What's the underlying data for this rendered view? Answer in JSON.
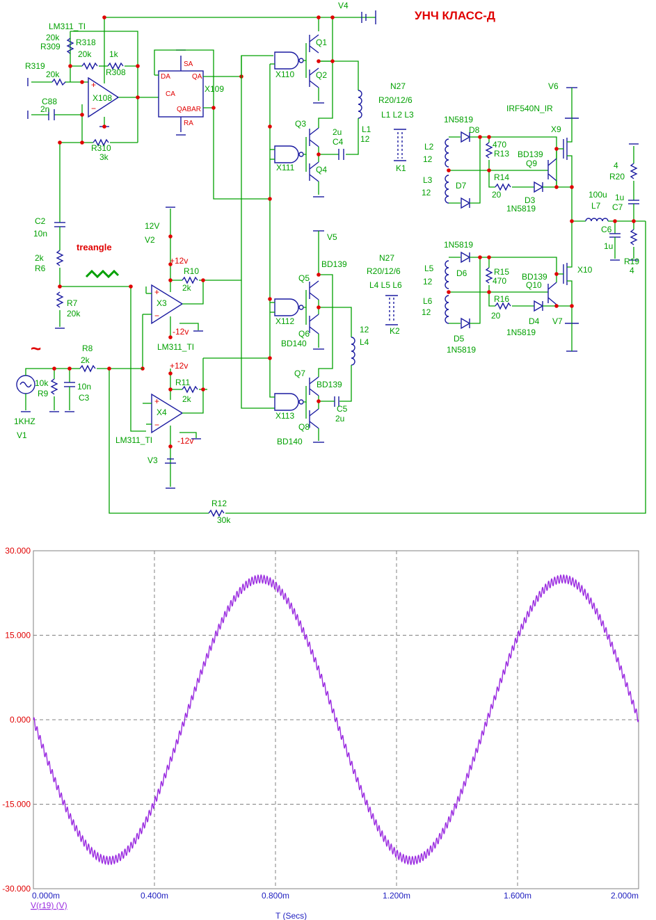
{
  "title": "УНЧ КЛАСС-Д",
  "triangle_label": "treangle",
  "tilde": "~",
  "labels": {
    "v4": "V4",
    "v6": "V6",
    "v5": "V5",
    "v7": "V7",
    "v2": "V2",
    "v3": "V3",
    "v1": "V1",
    "v2val": "12V",
    "v1freq": "1KHZ",
    "lm311a": "LM311_TI",
    "lm311b": "LM311_TI",
    "lm311c": "LM311_TI",
    "r309": "R309",
    "r309v": "20k",
    "r318": "R318",
    "r318v": "20k",
    "r308": "R308",
    "r308v": "1k",
    "r319": "R319",
    "r319v": "20k",
    "c88": "C88",
    "c88v": "2n",
    "x108": "X108",
    "r310": "R310",
    "r310v": "3k",
    "x109": "X109",
    "sa": "SA",
    "da": "DA",
    "qa": "QA",
    "ca": "CA",
    "qabar": "QABAR",
    "ra": "RA",
    "x110": "X110",
    "x111": "X111",
    "x112": "X112",
    "x113": "X113",
    "q1": "Q1",
    "q2": "Q2",
    "q3": "Q3",
    "q4": "Q4",
    "q5": "Q5",
    "q6": "Q6",
    "q7": "Q7",
    "q8": "Q8",
    "bd139a": "BD139",
    "bd140a": "BD140",
    "bd139b": "BD139",
    "bd140b": "BD140",
    "c4": "C4",
    "c4v": "2u",
    "l1": "L1",
    "l1v": "12",
    "c5": "C5",
    "c5v": "2u",
    "l4": "L4",
    "l4v": "12",
    "n27a": "N27",
    "r20a": "R20/12/6",
    "l123": "L1  L2  L3",
    "k1": "K1",
    "n27b": "N27",
    "r20b": "R20/12/6",
    "l456": "L4  L5  L6",
    "k2": "K2",
    "c2": "C2",
    "c2v": "10n",
    "r6": "R6",
    "r6v": "2k",
    "r7": "R7",
    "r7v": "20k",
    "x3": "X3",
    "x4": "X4",
    "r10": "R10",
    "r10v": "2k",
    "r11": "R11",
    "r11v": "2k",
    "p12a": "+12v",
    "m12a": "-12v",
    "p12b": "+12v",
    "m12b": "-12v",
    "r8": "R8",
    "r8v": "2k",
    "r9": "R9",
    "r9v": "10k",
    "c3": "C3",
    "c3v": "10n",
    "r12": "R12",
    "r12v": "30k",
    "irf": "IRF540N_IR",
    "x9": "X9",
    "x10": "X10",
    "d8": "D8",
    "d8t": "1N5819",
    "d7": "D7",
    "d3": "D3",
    "d3t": "1N5819",
    "d6": "D6",
    "d6t": "1N5819",
    "d5": "D5",
    "d5t": "1N5819",
    "d4": "D4",
    "d4t": "1N5819",
    "r13": "R13",
    "r13v": "470",
    "r14": "R14",
    "r14v": "20",
    "r15": "R15",
    "r15v": "470",
    "r16": "R16",
    "r16v": "20",
    "q9": "Q9",
    "q9t": "BD139",
    "q10": "Q10",
    "q10t": "BD139",
    "l2": "L2",
    "l2v": "12",
    "l3": "L3",
    "l3v": "12",
    "l5": "L5",
    "l5v": "12",
    "l6": "L6",
    "l6v": "12",
    "l7": "L7",
    "l7v": "100u",
    "c7": "C7",
    "c7v": "1u",
    "c6": "C6",
    "c6v": "1u",
    "r19": "R19",
    "r19v": "4",
    "r20": "R20",
    "r20v": "4"
  },
  "chart_data": {
    "type": "line",
    "xlabel": "T (Secs)",
    "series_label": "V(r19) (V)",
    "xlim": [
      0.0,
      2.0
    ],
    "ylim": [
      -30.0,
      30.0
    ],
    "x_ticks": [
      "0.000m",
      "0.400m",
      "0.800m",
      "1.200m",
      "1.600m",
      "2.000m"
    ],
    "y_ticks": [
      "30.000",
      "15.000",
      "0.000",
      "-15.000",
      "-30.000"
    ],
    "grid": true,
    "series": [
      {
        "name": "V(r19) (V)",
        "color": "#9a2be0",
        "frequency_khz": 1.0,
        "amplitude_v": 25.0,
        "phase": "starts at 0, descending",
        "ripple_v": 0.7,
        "x": [
          0.0,
          0.25,
          0.5,
          0.75,
          1.0,
          1.25,
          1.5,
          1.75,
          2.0
        ],
        "y": [
          0.0,
          -25.0,
          0.0,
          25.0,
          0.0,
          -25.0,
          0.0,
          25.0,
          2.0
        ]
      }
    ]
  }
}
